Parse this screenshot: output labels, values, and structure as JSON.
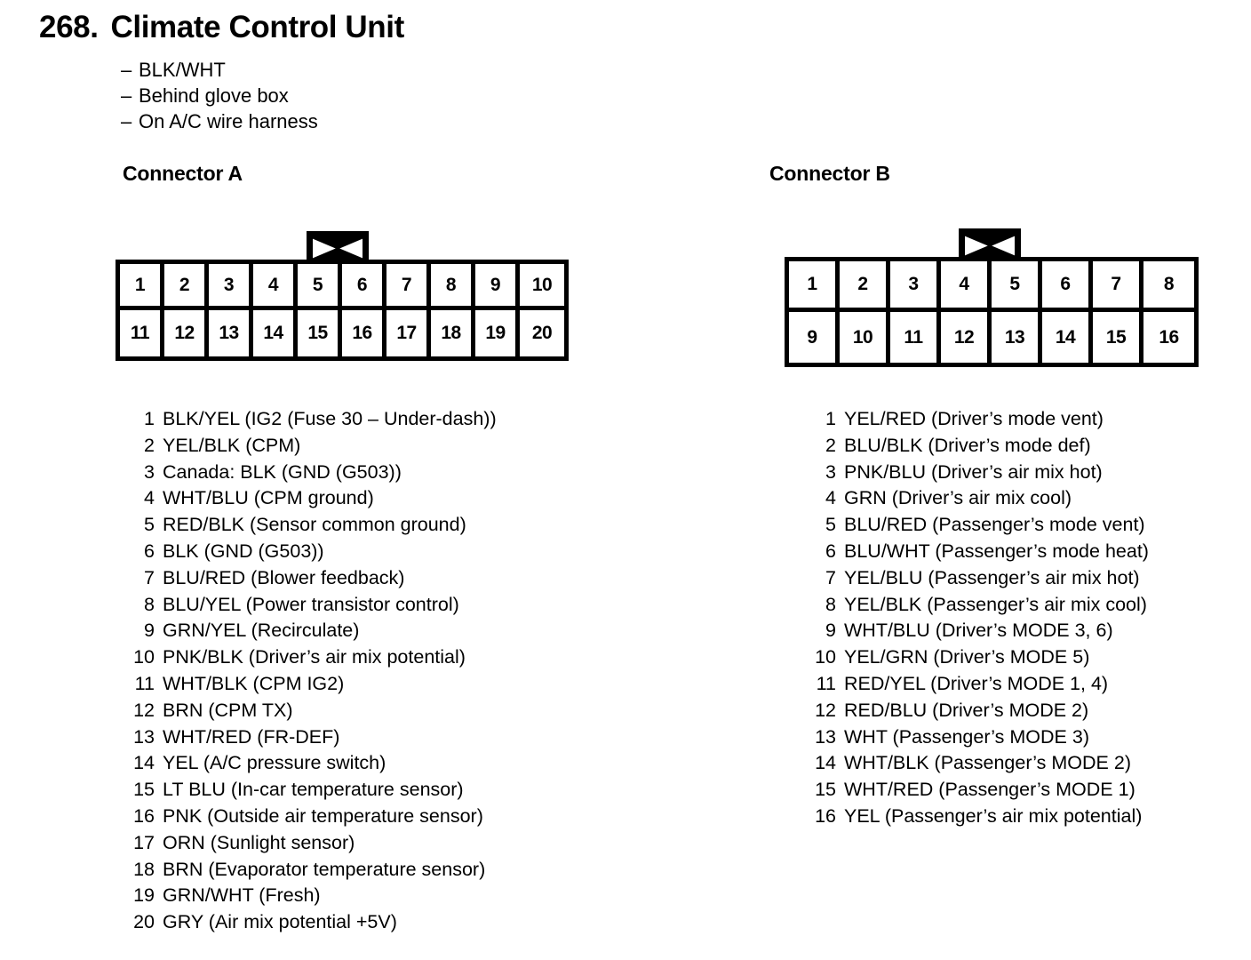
{
  "title": {
    "number": "268.",
    "text": "Climate Control Unit"
  },
  "notes": [
    "BLK/WHT",
    "Behind glove box",
    "On A/C wire harness"
  ],
  "note_dash": "–",
  "connectors": [
    {
      "heading": "Connector A",
      "columns": 10,
      "top_row": [
        "1",
        "2",
        "3",
        "4",
        "5",
        "6",
        "7",
        "8",
        "9",
        "10"
      ],
      "bottom_row": [
        "11",
        "12",
        "13",
        "14",
        "15",
        "16",
        "17",
        "18",
        "19",
        "20"
      ],
      "pins": [
        {
          "no": "1",
          "desc": "BLK/YEL (IG2 (Fuse 30 – Under-dash))"
        },
        {
          "no": "2",
          "desc": "YEL/BLK (CPM)"
        },
        {
          "no": "3",
          "desc": "Canada: BLK (GND (G503))"
        },
        {
          "no": "4",
          "desc": "WHT/BLU (CPM ground)"
        },
        {
          "no": "5",
          "desc": "RED/BLK (Sensor common ground)"
        },
        {
          "no": "6",
          "desc": "BLK (GND (G503))"
        },
        {
          "no": "7",
          "desc": "BLU/RED (Blower feedback)"
        },
        {
          "no": "8",
          "desc": "BLU/YEL (Power transistor control)"
        },
        {
          "no": "9",
          "desc": "GRN/YEL (Recirculate)"
        },
        {
          "no": "10",
          "desc": "PNK/BLK (Driver’s air mix potential)"
        },
        {
          "no": "11",
          "desc": "WHT/BLK (CPM IG2)"
        },
        {
          "no": "12",
          "desc": "BRN (CPM TX)"
        },
        {
          "no": "13",
          "desc": "WHT/RED (FR-DEF)"
        },
        {
          "no": "14",
          "desc": "YEL (A/C pressure switch)"
        },
        {
          "no": "15",
          "desc": "LT BLU (In-car temperature sensor)"
        },
        {
          "no": "16",
          "desc": "PNK (Outside air temperature sensor)"
        },
        {
          "no": "17",
          "desc": "ORN (Sunlight sensor)"
        },
        {
          "no": "18",
          "desc": "BRN (Evaporator temperature sensor)"
        },
        {
          "no": "19",
          "desc": "GRN/WHT (Fresh)"
        },
        {
          "no": "20",
          "desc": "GRY (Air mix potential +5V)"
        }
      ]
    },
    {
      "heading": "Connector B",
      "columns": 8,
      "top_row": [
        "1",
        "2",
        "3",
        "4",
        "5",
        "6",
        "7",
        "8"
      ],
      "bottom_row": [
        "9",
        "10",
        "11",
        "12",
        "13",
        "14",
        "15",
        "16"
      ],
      "pins": [
        {
          "no": "1",
          "desc": "YEL/RED (Driver’s mode vent)"
        },
        {
          "no": "2",
          "desc": "BLU/BLK (Driver’s mode def)"
        },
        {
          "no": "3",
          "desc": "PNK/BLU (Driver’s air mix hot)"
        },
        {
          "no": "4",
          "desc": "GRN (Driver’s air mix cool)"
        },
        {
          "no": "5",
          "desc": "BLU/RED (Passenger’s mode vent)"
        },
        {
          "no": "6",
          "desc": "BLU/WHT (Passenger’s mode heat)"
        },
        {
          "no": "7",
          "desc": "YEL/BLU (Passenger’s air mix hot)"
        },
        {
          "no": "8",
          "desc": "YEL/BLK (Passenger’s air mix cool)"
        },
        {
          "no": "9",
          "desc": "WHT/BLU (Driver’s MODE 3, 6)"
        },
        {
          "no": "10",
          "desc": "YEL/GRN (Driver’s MODE 5)"
        },
        {
          "no": "11",
          "desc": "RED/YEL (Driver’s MODE 1, 4)"
        },
        {
          "no": "12",
          "desc": "RED/BLU (Driver’s MODE 2)"
        },
        {
          "no": "13",
          "desc": "WHT (Passenger’s MODE 3)"
        },
        {
          "no": "14",
          "desc": "WHT/BLK (Passenger’s MODE 2)"
        },
        {
          "no": "15",
          "desc": "WHT/RED (Passenger’s MODE 1)"
        },
        {
          "no": "16",
          "desc": "YEL (Passenger’s air mix potential)"
        }
      ]
    }
  ],
  "colors": {
    "ink": "#000000",
    "paper": "#ffffff"
  }
}
